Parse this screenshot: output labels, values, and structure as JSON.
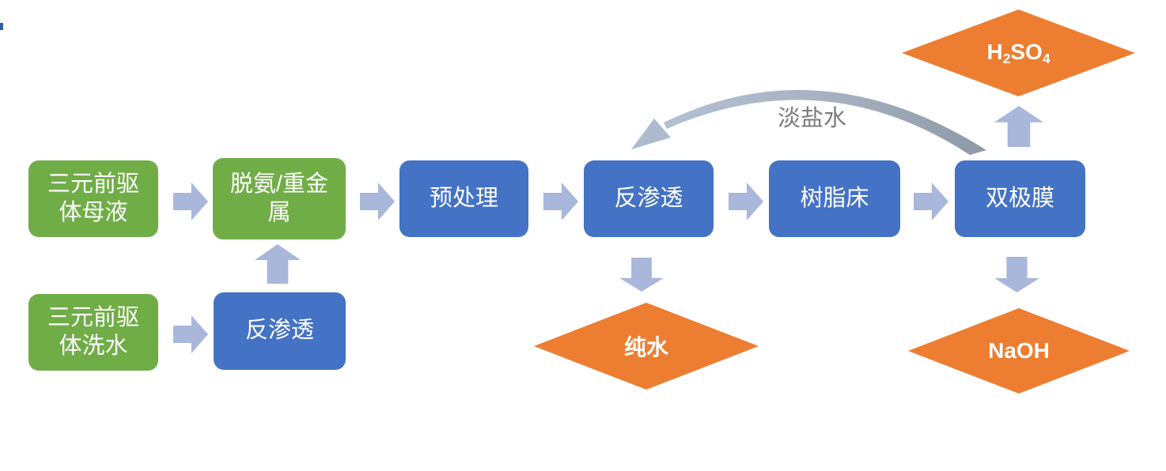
{
  "palette": {
    "node_green": "#70AD47",
    "node_blue": "#4472C4",
    "diamond_orange": "#ED7D31",
    "flow_arrow": "#A9B7DB",
    "curve_gray": "#8D99A7",
    "curve_light": "#B4C1D3",
    "label_gray": "#7C7C7C"
  },
  "nodes": {
    "mother_liquor": {
      "label": "三元前驱\n体母液"
    },
    "deamination_heavy_metal": {
      "label": "脱氨/重金\n属"
    },
    "pretreatment": {
      "label": "预处理"
    },
    "reverse_osmosis": {
      "label": "反渗透"
    },
    "resin_bed": {
      "label": "树脂床"
    },
    "bipolar_membrane": {
      "label": "双极膜"
    },
    "wash_water": {
      "label": "三元前驱\n体洗水"
    },
    "reverse_osmosis_wash": {
      "label": "反渗透"
    }
  },
  "outputs": {
    "h2so4": {
      "p0": "H",
      "p1": "2",
      "p2": "SO",
      "p3": "4"
    },
    "pure_water": {
      "label": "纯水"
    },
    "naoh": {
      "label": "NaOH"
    }
  },
  "annotations": {
    "brine_label": "淡盐水"
  }
}
